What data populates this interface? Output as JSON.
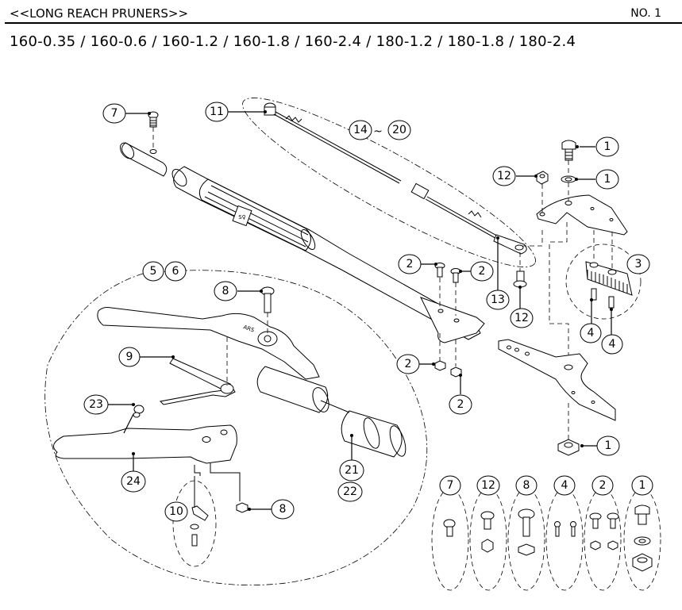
{
  "header": {
    "title": "<<LONG REACH PRUNERS>>",
    "page_number": "NO. 1",
    "models": "160-0.35 / 160-0.6 / 160-1.2 / 160-1.8 / 160-2.4 / 180-1.2 / 180-1.8 / 180-2.4"
  },
  "callouts": {
    "c7": "7",
    "c11": "11",
    "c14": "14",
    "tilde": "~",
    "c20": "20",
    "c1a": "1",
    "c1b": "1",
    "c12a": "12",
    "c3": "3",
    "c2a": "2",
    "c2b": "2",
    "c13": "13",
    "c12b": "12",
    "c4a": "4",
    "c4b": "4",
    "c5": "5",
    "c6": "6",
    "c8a": "8",
    "c9": "9",
    "c2c": "2",
    "c2d": "2",
    "c23": "23",
    "c24": "24",
    "c21": "21",
    "c22": "22",
    "c10": "10",
    "c8b": "8",
    "c1c": "1"
  },
  "hardware_kits": [
    {
      "label": "7"
    },
    {
      "label": "12"
    },
    {
      "label": "8"
    },
    {
      "label": "4"
    },
    {
      "label": "2"
    },
    {
      "label": "1"
    }
  ]
}
